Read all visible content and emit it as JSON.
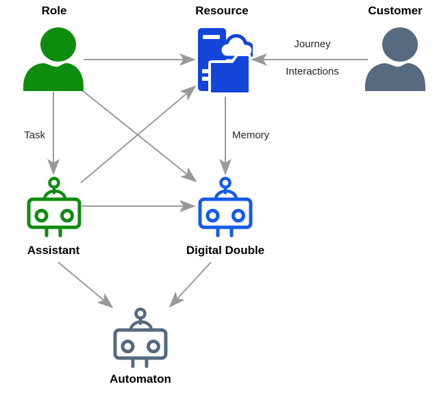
{
  "diagram_type": "entity-relationship flow diagram",
  "colors": {
    "green": "#0E8C0E",
    "blue_fill": "#1245D8",
    "blue_stroke": "#155BE8",
    "slate": "#566A80",
    "arrow": "#999999",
    "title_text": "#000000",
    "label_text": "#262626",
    "background": "#FFFFFF"
  },
  "nodes": {
    "role": {
      "label": "Role",
      "icon": "person-icon",
      "color": "green"
    },
    "resource": {
      "label": "Resource",
      "icon": "server-cloud-folder-icon",
      "color": "blue"
    },
    "customer": {
      "label": "Customer",
      "icon": "person-icon",
      "color": "slate"
    },
    "assistant": {
      "label": "Assistant",
      "icon": "robot-icon",
      "color": "green"
    },
    "digital_double": {
      "label": "Digital Double",
      "icon": "robot-icon",
      "color": "blue"
    },
    "automaton": {
      "label": "Automaton",
      "icon": "robot-icon",
      "color": "slate"
    }
  },
  "labels": {
    "task": "Task",
    "memory": "Memory",
    "journey": "Journey",
    "interactions": "Interactions"
  },
  "edges": [
    {
      "from": "Role",
      "to": "Resource",
      "label": ""
    },
    {
      "from": "Customer",
      "to": "Resource",
      "label": "Journey / Interactions"
    },
    {
      "from": "Role",
      "to": "Assistant",
      "label": "Task"
    },
    {
      "from": "Resource",
      "to": "Digital Double",
      "label": "Memory"
    },
    {
      "from": "Role",
      "to": "Digital Double",
      "label": ""
    },
    {
      "from": "Assistant",
      "to": "Resource",
      "label": ""
    },
    {
      "from": "Assistant",
      "to": "Digital Double",
      "label": ""
    },
    {
      "from": "Assistant",
      "to": "Automaton",
      "label": ""
    },
    {
      "from": "Digital Double",
      "to": "Automaton",
      "label": ""
    }
  ]
}
